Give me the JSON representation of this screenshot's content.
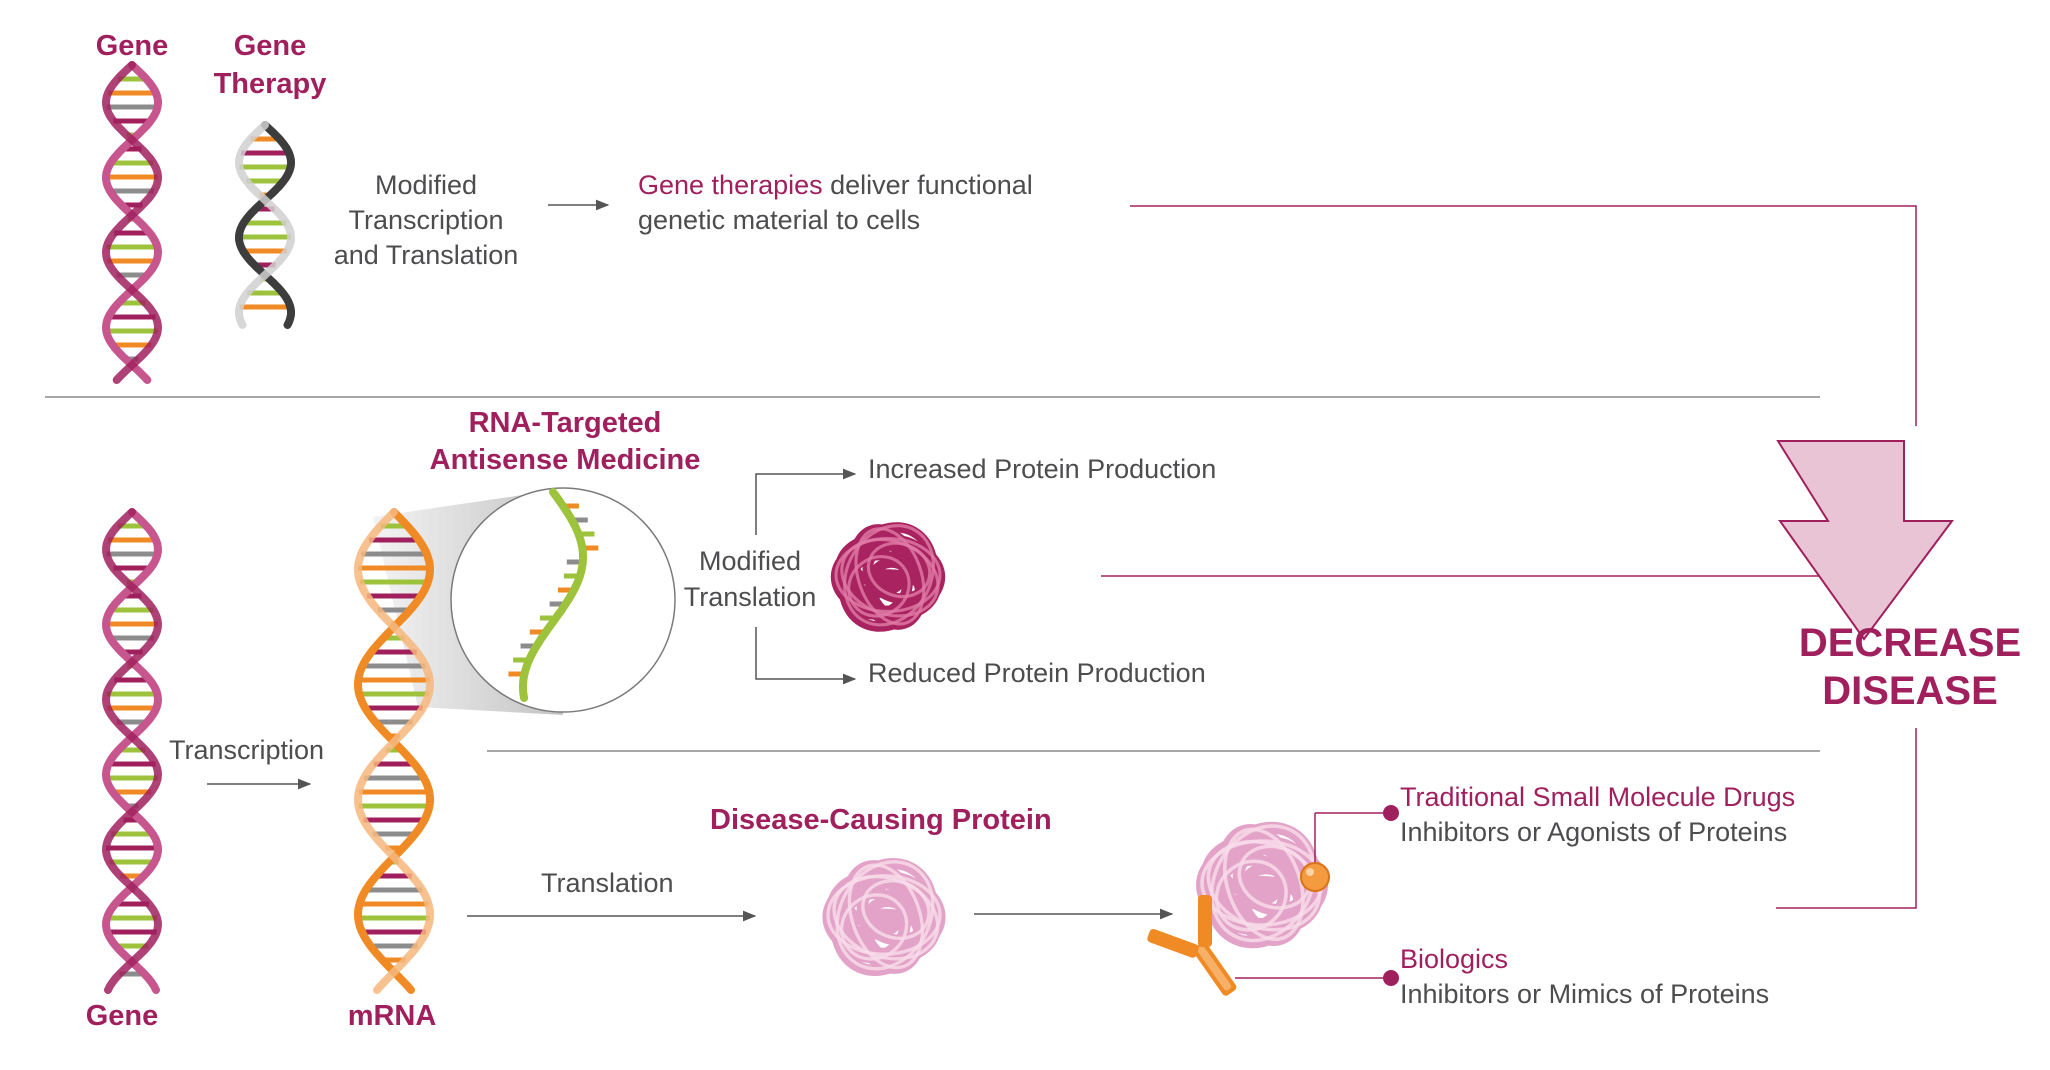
{
  "colors": {
    "magenta": "#a0205e",
    "pink": "#c7568f",
    "light_pink": "#e3a3c8",
    "orange": "#f08a24",
    "green": "#9dc23b",
    "gray_text": "#4d4d4f",
    "line_gray": "#8a8a8a",
    "arrow_fill": "#e8c4d4",
    "arrow_stroke": "#a0205e"
  },
  "top": {
    "gene_label": "Gene",
    "gene_therapy_label_1": "Gene",
    "gene_therapy_label_2": "Therapy",
    "modified_1": "Modified",
    "modified_2": "Transcription",
    "modified_3": "and Translation",
    "desc_highlight": "Gene therapies",
    "desc_rest": " deliver functional",
    "desc_line2": "genetic material to cells"
  },
  "rna": {
    "title_1": "RNA-Targeted",
    "title_2": "Antisense Medicine",
    "modified_1": "Modified",
    "modified_2": "Translation",
    "increased": "Increased Protein Production",
    "reduced": "Reduced Protein Production"
  },
  "bottom": {
    "gene_label": "Gene",
    "mrna_label": "mRNA",
    "transcription": "Transcription",
    "translation": "Translation",
    "disease_protein": "Disease-Causing Protein",
    "small_molecule_title": "Traditional Small Molecule Drugs",
    "small_molecule_desc": "Inhibitors or Agonists of Proteins",
    "biologics_title": "Biologics",
    "biologics_desc": "Inhibitors or Mimics of Proteins"
  },
  "outcome": {
    "line1": "DECREASE",
    "line2": "DISEASE"
  },
  "icons": [
    "dna-helix-icon",
    "gene-therapy-helix-icon",
    "mrna-strand-icon",
    "antisense-strand-icon",
    "protein-icon",
    "antibody-icon",
    "small-molecule-icon",
    "down-arrow-icon"
  ]
}
